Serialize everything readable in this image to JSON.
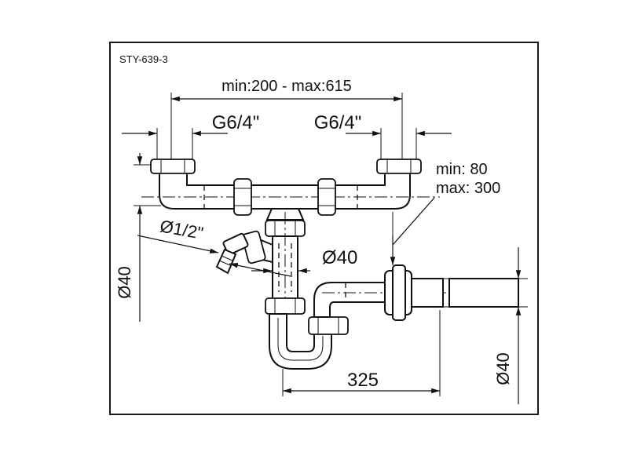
{
  "code": "STY-639-3",
  "dims": {
    "span": "min:200 - max:615",
    "thread_left": "G6/4\"",
    "thread_right": "G6/4\"",
    "tail_min": "min: 80",
    "tail_max": "max: 300",
    "hose": "Ø1/2\"",
    "inlet_dia": "Ø40",
    "left_dia": "Ø40",
    "right_dia": "Ø40",
    "length": "325"
  }
}
